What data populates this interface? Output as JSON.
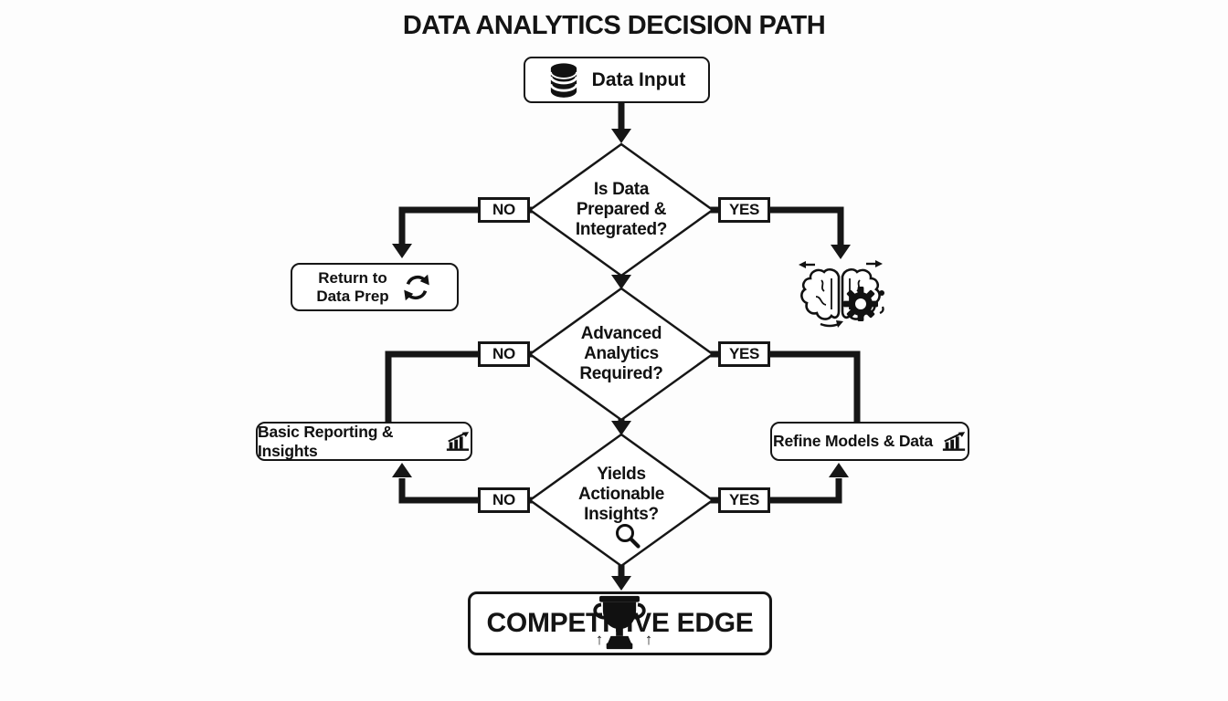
{
  "title": "DATA ANALYTICS DECISION PATH",
  "colors": {
    "background": "#fdfdfd",
    "ink": "#111111",
    "node_fill": "#ffffff"
  },
  "start": {
    "label": "Data Input",
    "icon": "database-icon"
  },
  "decisions": [
    {
      "question": [
        "Is Data",
        "Prepared &",
        "Integrated?"
      ],
      "no": "NO",
      "yes": "YES"
    },
    {
      "question": [
        "Advanced",
        "Analytics",
        "Required?"
      ],
      "no": "NO",
      "yes": "YES"
    },
    {
      "question": [
        "Yields",
        "Actionable",
        "Insights?"
      ],
      "no": "NO",
      "yes": "YES",
      "icon": "magnifier-icon"
    }
  ],
  "outcomes": {
    "return_prep": {
      "lines": [
        "Return to",
        "Data Prep"
      ],
      "icon": "refresh-icon"
    },
    "ai_processing": {
      "icon": "brain-gear-icon"
    },
    "basic_reporting": {
      "label": "Basic Reporting & Insights",
      "icon": "bar-chart-trend-icon"
    },
    "refine_models": {
      "label": "Refine Models & Data",
      "icon": "bar-chart-trend-icon"
    },
    "competitive_edge": {
      "label": "COMPETITIVE EDGE",
      "icon": "trophy-icon",
      "side_arrow": "↑"
    }
  }
}
